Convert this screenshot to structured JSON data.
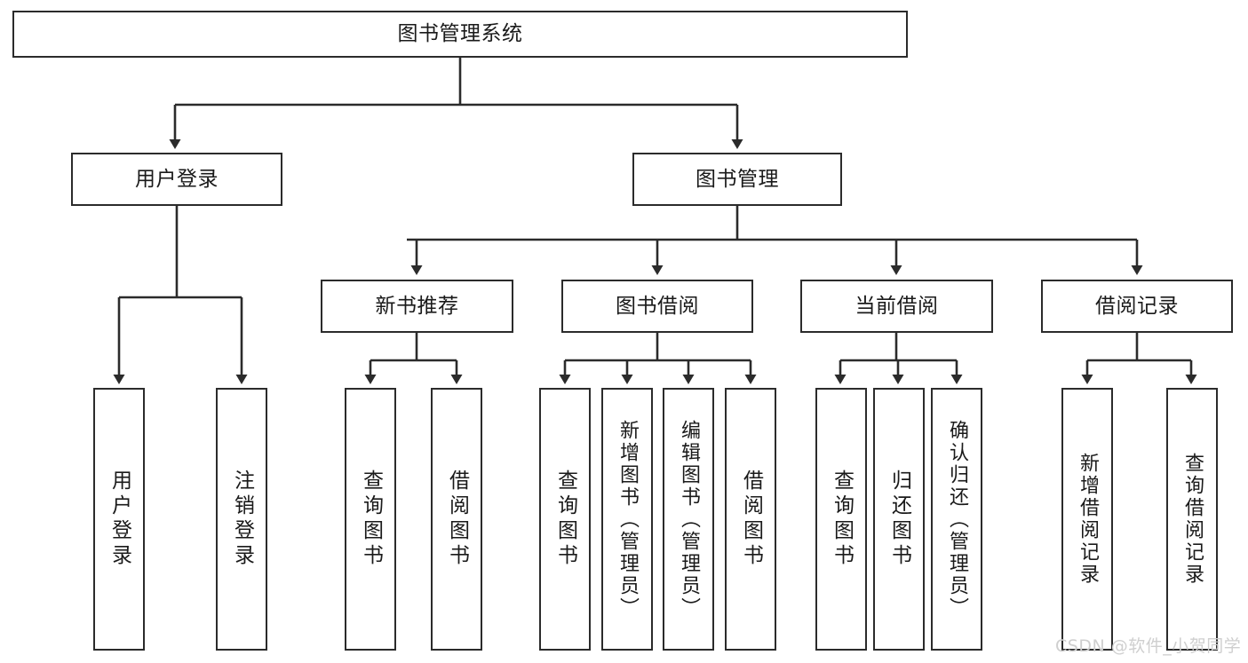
{
  "diagram": {
    "type": "tree-hierarchy",
    "title": "图书管理系统",
    "watermark": "CSDN @软件_小贺同学",
    "colors": {
      "stroke": "#2b2b2b",
      "fill": "#ffffff",
      "text": "#1a1a1a",
      "watermark": "#cfcfcf",
      "background": "#ffffff"
    },
    "root": {
      "label": "图书管理系统"
    },
    "level2": [
      {
        "label": "用户登录"
      },
      {
        "label": "图书管理"
      }
    ],
    "level3": [
      {
        "label": "新书推荐"
      },
      {
        "label": "图书借阅"
      },
      {
        "label": "当前借阅"
      },
      {
        "label": "借阅记录"
      }
    ],
    "leaves": {
      "user_login": [
        {
          "label": "用户登录"
        },
        {
          "label": "注销登录"
        }
      ],
      "new_book": [
        {
          "label": "查询图书"
        },
        {
          "label": "借阅图书"
        }
      ],
      "book_borrow": [
        {
          "label": "查询图书"
        },
        {
          "label": "新增图书（管理员）"
        },
        {
          "label": "编辑图书（管理员）"
        },
        {
          "label": "借阅图书"
        }
      ],
      "current_borrow": [
        {
          "label": "查询图书"
        },
        {
          "label": "归还图书"
        },
        {
          "label": "确认归还（管理员）"
        }
      ],
      "borrow_record": [
        {
          "label": "新增借阅记录"
        },
        {
          "label": "查询借阅记录"
        }
      ]
    }
  }
}
